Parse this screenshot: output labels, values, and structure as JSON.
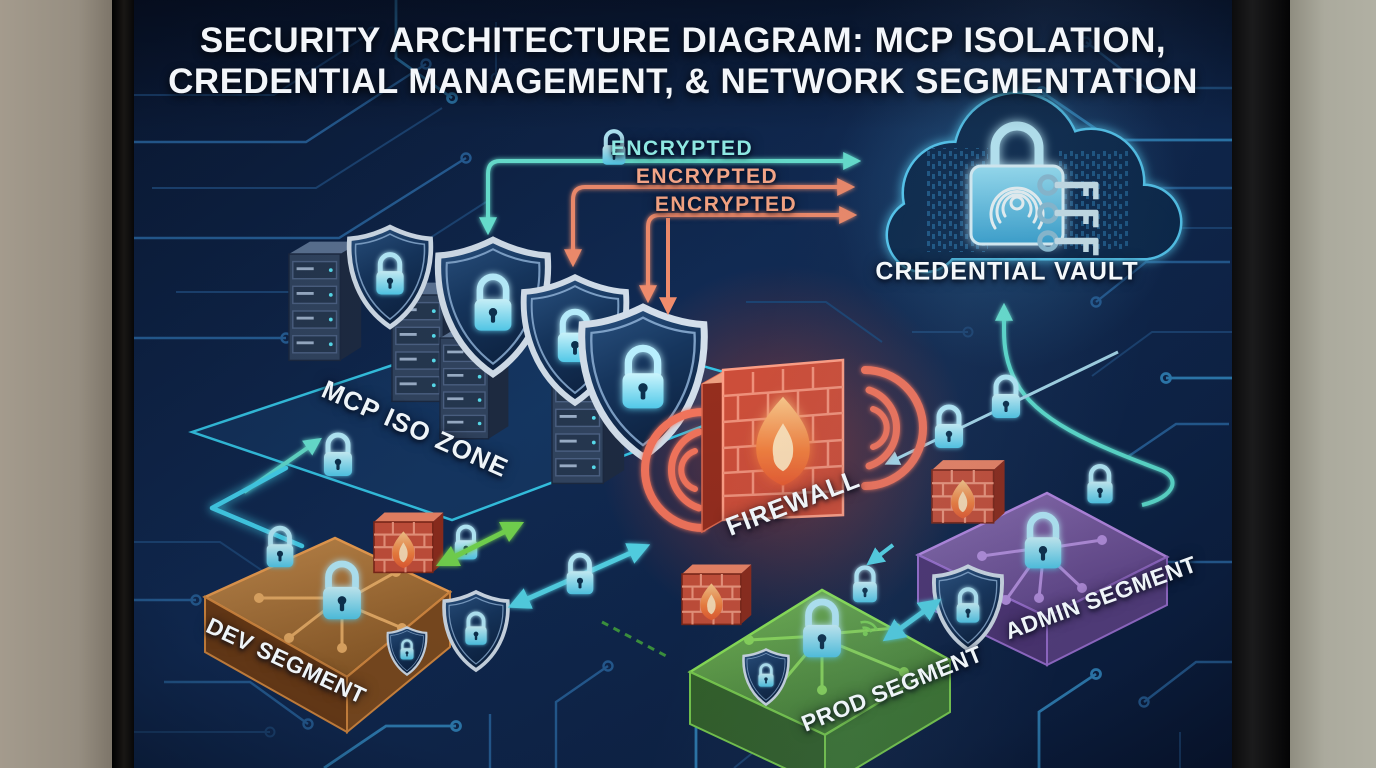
{
  "title": {
    "line1": "SECURITY ARCHITECTURE DIAGRAM: MCP ISOLATION,",
    "line2": "CREDENTIAL MANAGEMENT, & NETWORK SEGMENTATION"
  },
  "flows": {
    "encrypted_top": {
      "label": "ENCRYPTED",
      "color": "#8ee8e2"
    },
    "encrypted_mid": {
      "label": "ENCRYPTED",
      "color": "#f2a487"
    },
    "encrypted_bottom": {
      "label": "ENCRYPTED",
      "color": "#f0a080"
    }
  },
  "nodes": {
    "credential_vault": {
      "label": "CREDENTIAL VAULT"
    },
    "mcp_iso_zone": {
      "label": "MCP ISO ZONE",
      "shield_count": 4,
      "server_rack_count": 4
    },
    "firewall": {
      "label": "FIREWALL"
    },
    "dev_segment": {
      "label": "DEV SEGMENT",
      "accent_color": "#c98f4e"
    },
    "prod_segment": {
      "label": "PROD SEGMENT",
      "accent_color": "#79bd5b"
    },
    "admin_segment": {
      "label": "ADMIN SEGMENT",
      "accent_color": "#8d6fb3"
    }
  },
  "icons": {
    "cloud": "cloud-icon",
    "fingerprint_lock": "fingerprint-lock-icon",
    "keys": "keys-icon",
    "shield_lock": "shield-lock-icon",
    "server_rack": "server-rack-icon",
    "brick_firewall": "brick-firewall-icon",
    "flame": "flame-icon",
    "padlock": "padlock-icon",
    "signal_arcs": "signal-arcs-icon",
    "wifi": "wifi-icon"
  },
  "colors": {
    "screen_background": "#0d2242",
    "circuit_trace": "#27639c",
    "accent_cyan": "#55d7ea",
    "accent_teal": "#6ae6d4",
    "accent_orange": "#f28d6d",
    "accent_green": "#76d94f",
    "firewall_red": "#e2604a",
    "bezel": "#0d0d0d",
    "wall": "#9c948a"
  }
}
